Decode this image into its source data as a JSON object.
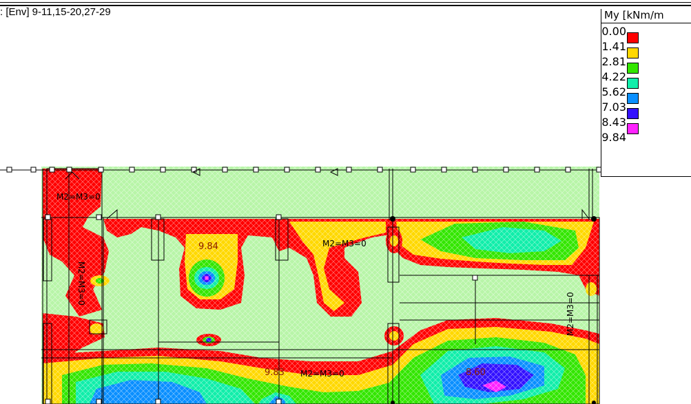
{
  "window": {
    "title": ": [Env] 9-11,15-20,27-29"
  },
  "legend": {
    "title": "My [kNm/m",
    "entries": [
      {
        "value": "0.00",
        "color": "#ff0000"
      },
      {
        "value": "1.41",
        "color": "#ffd800"
      },
      {
        "value": "2.81",
        "color": "#33e600"
      },
      {
        "value": "4.22",
        "color": "#11eeaa"
      },
      {
        "value": "5.62",
        "color": "#0a8fff"
      },
      {
        "value": "7.03",
        "color": "#3311ff"
      },
      {
        "value": "8.43",
        "color": "#ff22ff"
      },
      {
        "value": "9.84",
        "color": ""
      }
    ]
  },
  "plot": {
    "background_color": "#b8f5a8",
    "labels": {
      "release_left_top": "M2=M3=0",
      "release_left_mid": "M2=M3=0",
      "release_mid_right": "M2=M3=0",
      "release_right": "M2=M3=0",
      "release_bottom": "M2=M3=0",
      "value_max": "9.84",
      "value_bottom_mid": "9.83",
      "value_bottom_right": "8.60"
    }
  }
}
